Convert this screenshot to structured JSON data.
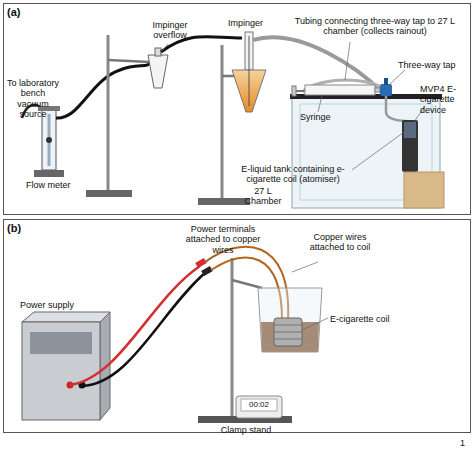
{
  "diagram": {
    "nodes": [
      {
        "text": [
          "(a)"
        ]
      },
      {
        "text": [
          "(b)"
        ]
      }
    ],
    "labels": [
      "To laboratory bench vacuum source",
      "Flow meter",
      "Impinger overflow",
      "Impinger",
      "Tubing connecting three-way tap to 27 L chamber (collects rainout)",
      "Three-way tap",
      "MVP4 E-cigarette device",
      "Syringe",
      "E-liquid tank containing e-cigarette coil (atomiser)",
      "27 L Chamber",
      "Power terminals attached to copper wires",
      "Copper wires attached to coil",
      "E-cigarette coil",
      "Power supply",
      "00:02",
      "Clamp stand",
      "1"
    ]
  }
}
